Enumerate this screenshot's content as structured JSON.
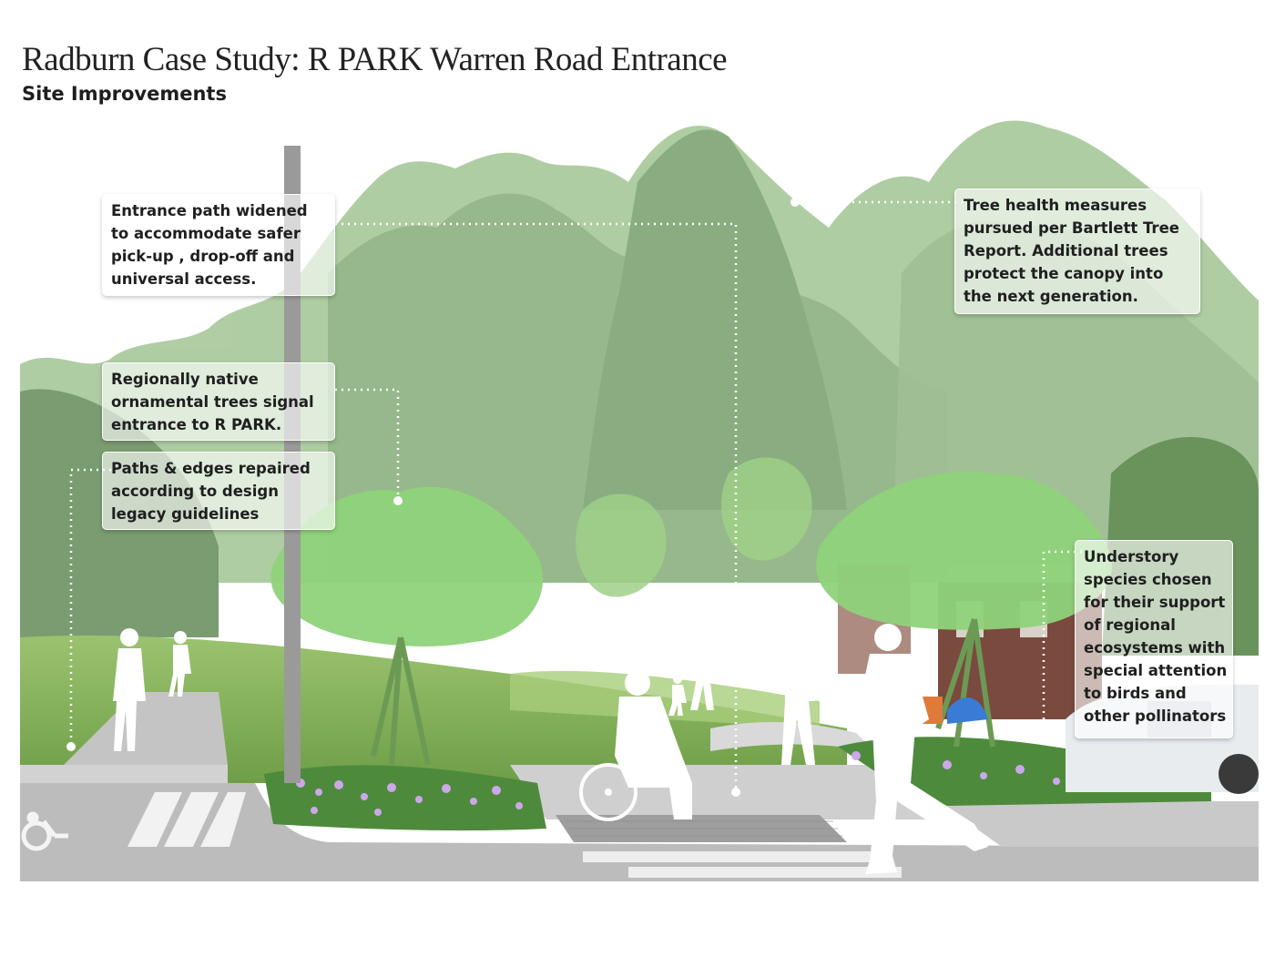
{
  "title": "Radburn Case Study: R PARK Warren Road Entrance",
  "subtitle": "Site Improvements",
  "callouts": [
    {
      "id": "entrance-path",
      "lines": [
        " Entrance path widened",
        "to accommodate safer",
        "pick-up , drop-off and",
        "universal access."
      ]
    },
    {
      "id": "tree-health",
      "lines": [
        " Tree health measures",
        "pursued per Bartlett Tree",
        "Report. Additional trees",
        "protect the canopy into",
        "the next generation."
      ]
    },
    {
      "id": "ornamental-trees",
      "lines": [
        " Regionally native",
        "ornamental trees signal",
        "entrance to R PARK."
      ]
    },
    {
      "id": "paths-edges",
      "lines": [
        " Paths & edges repaired",
        "according to design",
        "legacy guidelines"
      ]
    },
    {
      "id": "understory",
      "lines": [
        " Understory",
        "species chosen",
        "for their support",
        "of regional",
        "ecosystems with",
        "special attention",
        "to birds and",
        "other pollinators"
      ]
    }
  ],
  "colors": {
    "canopy_light": "#9cbf8e",
    "canopy_dark": "#6f9466",
    "tree_bright": "#8fd27a",
    "lawn": "#86b45e",
    "pavement": "#c9c9c9",
    "road": "#bdbdbd",
    "flower": "#c7a6e6",
    "silhouette": "#ffffff",
    "leader_line": "#ffffff"
  },
  "icons": [
    "wheelchair-access-icon",
    "crosswalk-icon",
    "person-silhouette-icon",
    "wheelchair-user-silhouette-icon",
    "utility-pole-icon",
    "parked-van-icon"
  ]
}
